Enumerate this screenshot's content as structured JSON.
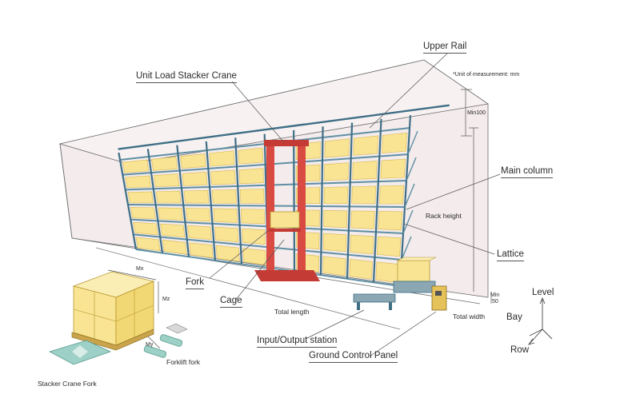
{
  "note": "*Unit of measurement: mm",
  "labels": {
    "upper_rail": "Upper Rail",
    "stacker_crane": "Unit Load Stacker Crane",
    "main_column": "Main column",
    "rack_height": "Rack height",
    "lattice": "Lattice",
    "fork": "Fork",
    "cage": "Cage",
    "total_length": "Total length",
    "total_width": "Total width",
    "io_station": "Input/Output station",
    "ground_panel": "Ground Control Panel",
    "forklift_fork": "Forklift fork",
    "stacker_crane_fork": "Stacker Crane Fork"
  },
  "dimensions": {
    "min100": "Min100",
    "min50_a": "Min",
    "min50_b": "50",
    "mx": "Mx",
    "my": "My",
    "mz": "Mz"
  },
  "axes": {
    "level": "Level",
    "bay": "Bay",
    "row": "Row"
  },
  "colors": {
    "wall": "#f2eaeb",
    "rack_steel": "#5f8fa3",
    "rack_dark": "#3f6f85",
    "crane": "#d94a43",
    "load": "#f8e493",
    "load_edge": "#d9b84c",
    "line": "#555555"
  }
}
